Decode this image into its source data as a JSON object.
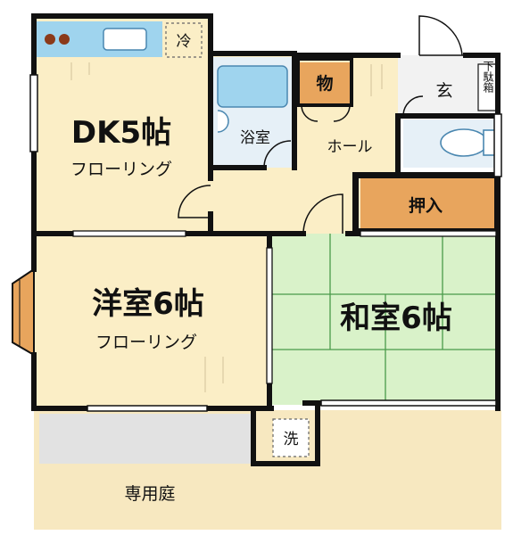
{
  "rooms": {
    "dk": {
      "name": "DK5帖",
      "floor": "フローリング"
    },
    "western": {
      "name": "洋室6帖",
      "floor": "フローリング"
    },
    "japanese": {
      "name": "和室6帖"
    },
    "bath": {
      "name": "浴室"
    },
    "hall": {
      "name": "ホール"
    },
    "storage": {
      "name": "物"
    },
    "closet": {
      "name": "押入"
    },
    "entrance": {
      "name": "玄"
    },
    "shoe_box": {
      "name": "下駄箱"
    },
    "fridge": {
      "name": "冷"
    },
    "washer": {
      "name": "洗"
    },
    "garden": {
      "name": "専用庭"
    }
  },
  "colors": {
    "wall": "#111111",
    "wood_floor": "#fbeec6",
    "tatami": "#d9f2c9",
    "tatami_line": "#4a9a4a",
    "bath_floor": "#e6f0f7",
    "fixture": "#9fd4ee",
    "storage": "#e8a55d",
    "balcony": "#e2e2e2",
    "garden": "#f7e8c0"
  }
}
